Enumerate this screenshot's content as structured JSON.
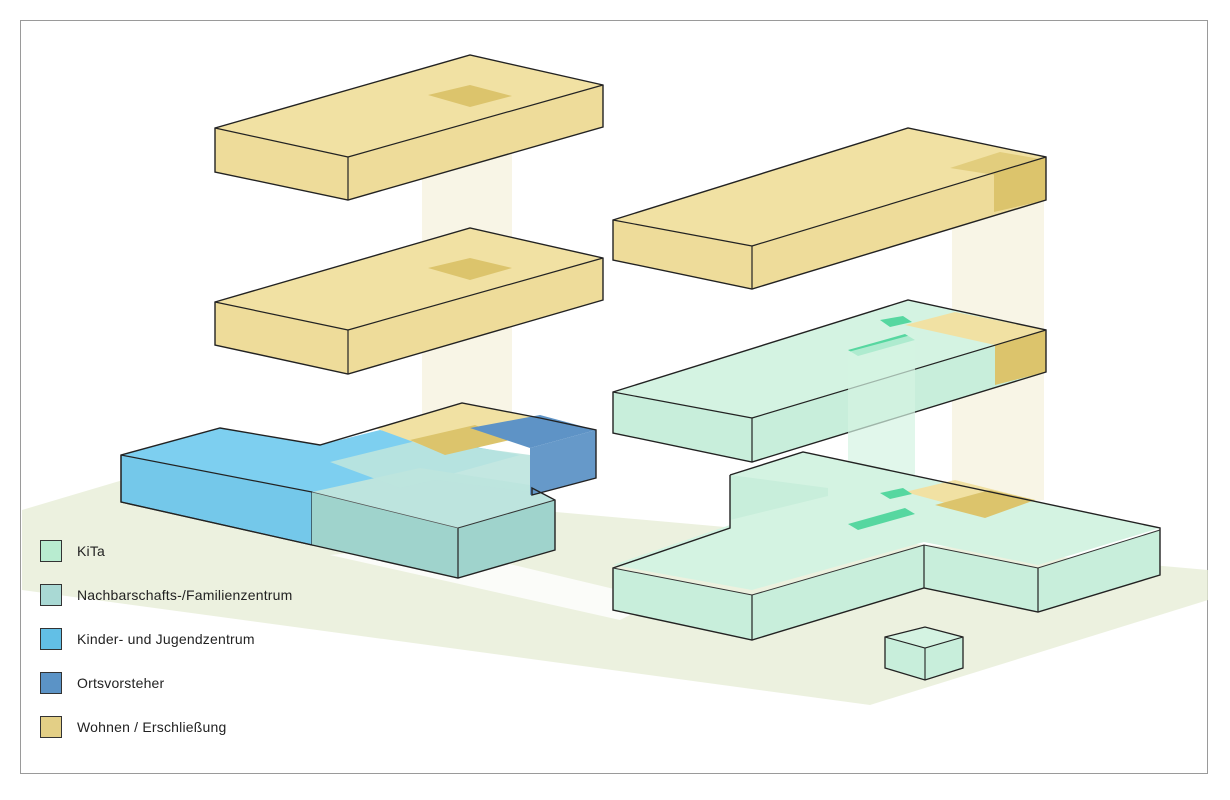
{
  "legend": {
    "items": [
      {
        "label": "KiTa",
        "color": "#b8ecd0"
      },
      {
        "label": "Nachbarschafts-/Familienzentrum",
        "color": "#a9d9d4"
      },
      {
        "label": "Kinder- und Jugendzentrum",
        "color": "#62bfe6"
      },
      {
        "label": "Ortsvorsteher",
        "color": "#5b93c6"
      },
      {
        "label": "Wohnen / Erschließung",
        "color": "#e3cf86"
      }
    ]
  },
  "colors": {
    "ground": "#e6ecd4",
    "wohnen_top": "#f1e1a3",
    "wohnen_side": "#eedc9a",
    "wohnen_dark": "#dcc46c",
    "kita_top": "#d4f3e2",
    "kita_side": "#c8eedb",
    "kita_accent": "#56d7a0",
    "jugend_top": "#7dcff0",
    "jugend_side": "#74c8ea",
    "nachbar_top": "#bde4de",
    "nachbar_side": "#9fd3cc",
    "ortsvorsteher": "#5e93c6",
    "column": "#f6f2de"
  }
}
